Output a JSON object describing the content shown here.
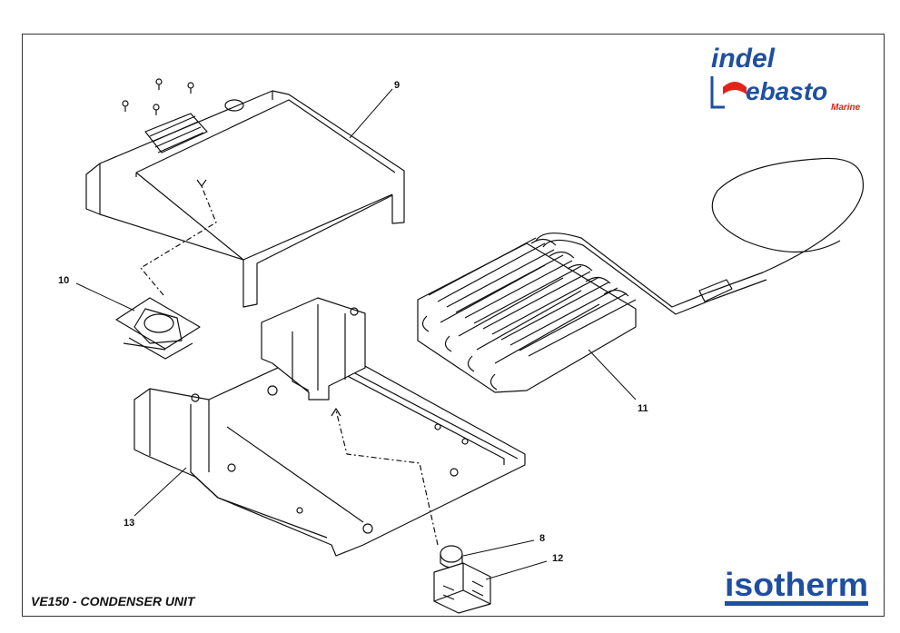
{
  "title": "VE150 - CONDENSER UNIT",
  "brand": {
    "top_logo": [
      "indel",
      "Webasto",
      "Marine"
    ],
    "bottom_logo": "isotherm",
    "colors": {
      "red": "#e2231a",
      "blue": "#1f4fa0"
    }
  },
  "callouts": [
    {
      "id": "9",
      "label": "9"
    },
    {
      "id": "10",
      "label": "10"
    },
    {
      "id": "11",
      "label": "11"
    },
    {
      "id": "13",
      "label": "13"
    },
    {
      "id": "8",
      "label": "8"
    },
    {
      "id": "12",
      "label": "12"
    }
  ]
}
